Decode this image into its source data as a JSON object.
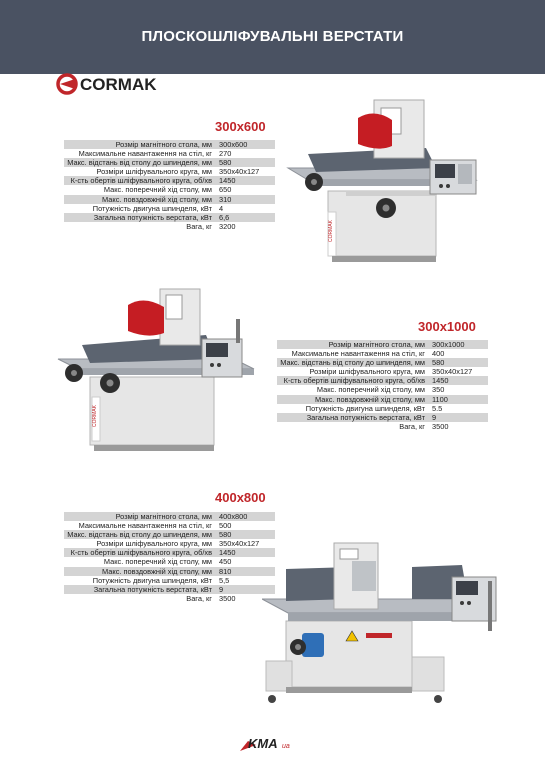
{
  "header": {
    "title": "ПЛОСКОШЛІФУВАЛЬНІ ВЕРСТАТИ"
  },
  "brand": {
    "logo_text": "CORMAK",
    "machine_badge": "CORMAK"
  },
  "labels": [
    "Розмір магнітного стола, мм",
    "Максимальне навантаження на стіл, кг",
    "Макс. відстань від столу до шпинделя, мм",
    "Розміри шліфувального круга, мм",
    "К-сть обертів шліфувального круга, об/хв",
    "Макс. поперечний хід столу, мм",
    "Макс. повздовжній хід столу, мм",
    "Потужність двигуна шпинделя, кВт",
    "Загальна потужність верстата, кВт",
    "Вага, кг"
  ],
  "models": [
    {
      "title": "300x600",
      "values": [
        "300x600",
        "270",
        "580",
        "350x40x127",
        "1450",
        "650",
        "310",
        "4",
        "6,6",
        "3200"
      ]
    },
    {
      "title": "300x1000",
      "values": [
        "300x1000",
        "400",
        "580",
        "350x40x127",
        "1450",
        "350",
        "1100",
        "5.5",
        "9",
        "3500"
      ]
    },
    {
      "title": "400x800",
      "values": [
        "400x800",
        "500",
        "580",
        "350x40x127",
        "1450",
        "450",
        "810",
        "5,5",
        "9",
        "3500"
      ]
    }
  ],
  "footer": {
    "logo_main": "KMA",
    "logo_sub": "ua"
  },
  "colors": {
    "header_bg": "#4a5262",
    "accent_red": "#c0262a",
    "row_shade": "#d4d4d4"
  }
}
